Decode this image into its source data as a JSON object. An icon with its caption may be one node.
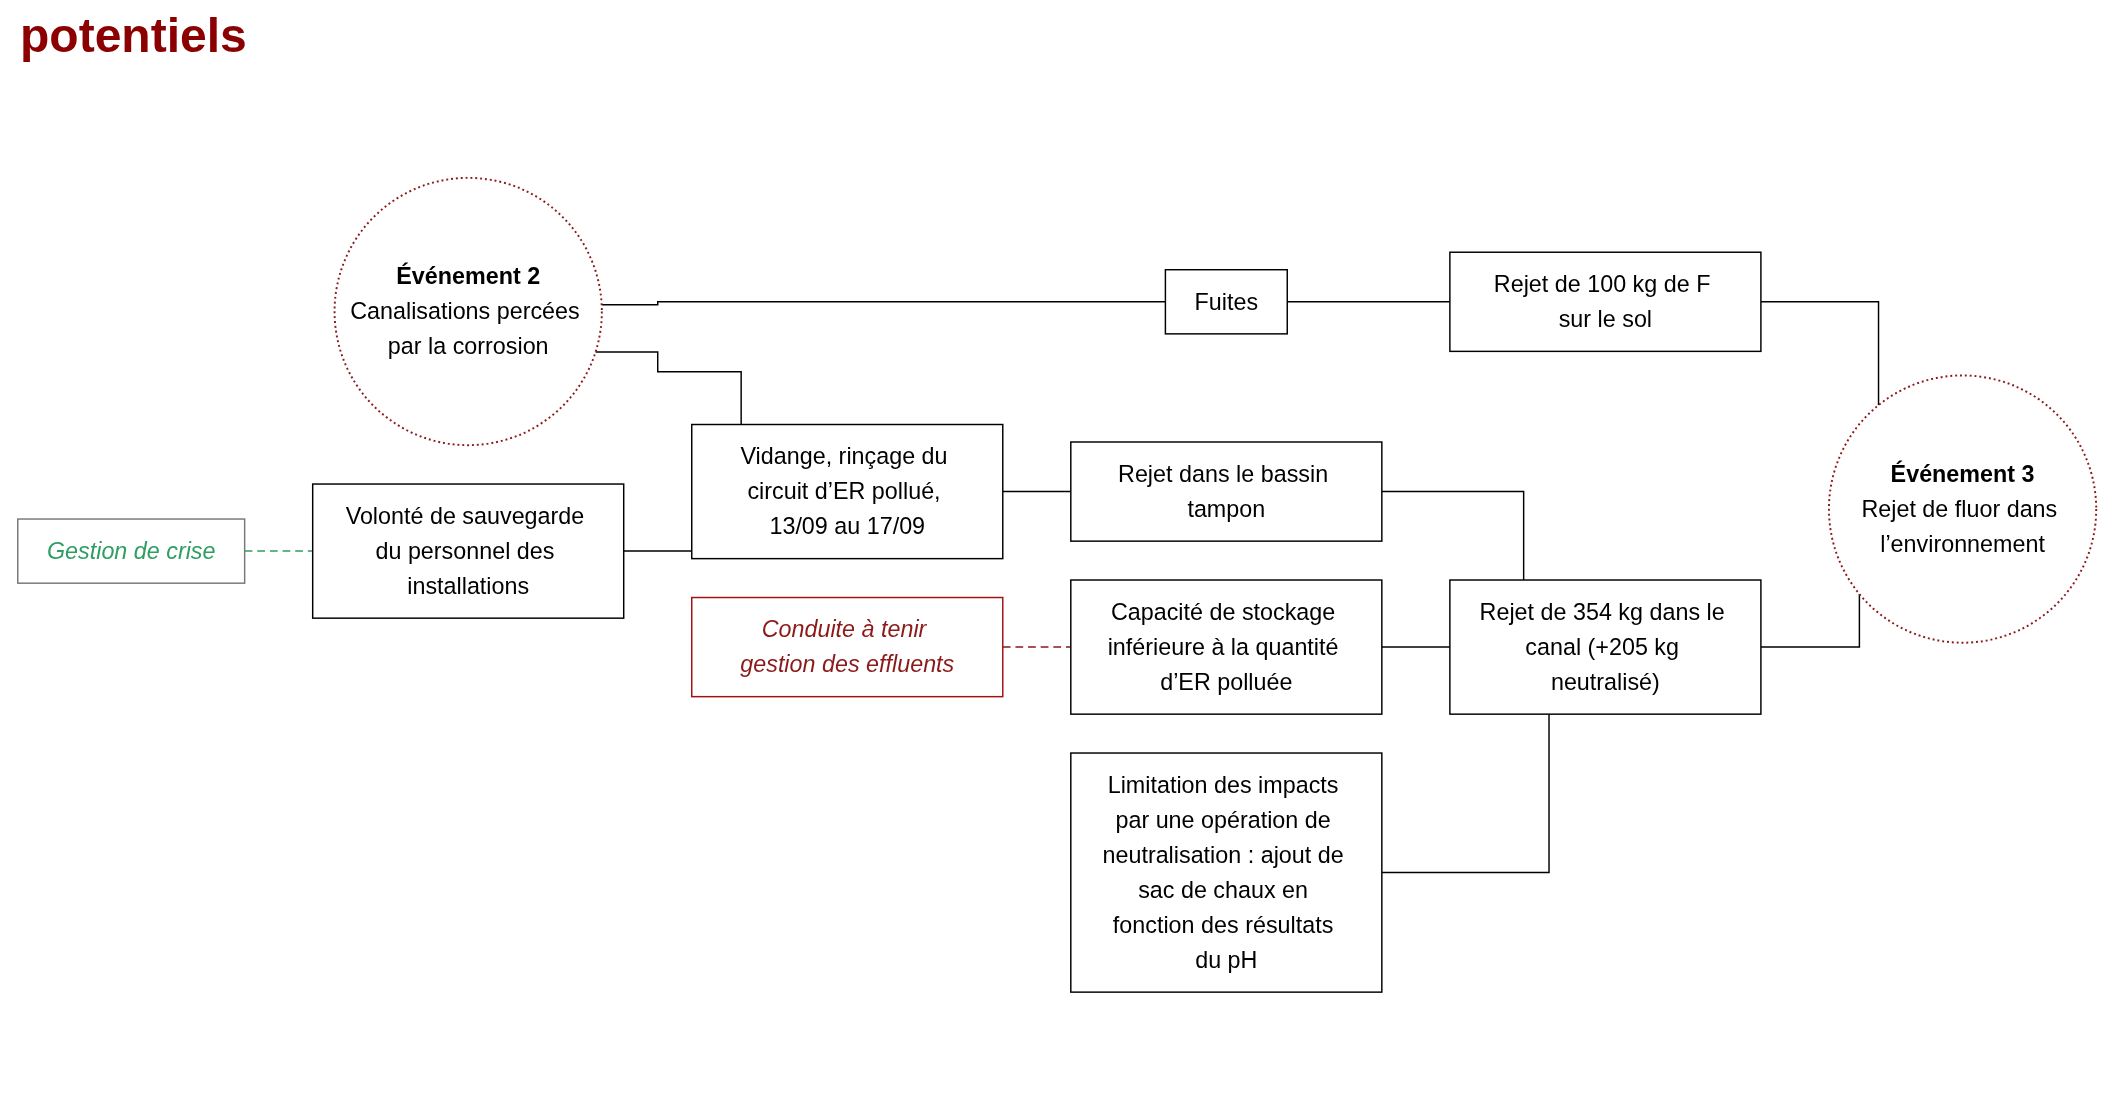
{
  "diagram": {
    "title": "potentiels",
    "nodes": [
      {
        "text": [
          "Gestion de crise"
        ]
      },
      {
        "text": [
          "Conduite à tenir gestion des effluents"
        ]
      },
      {
        "text": [
          "Événement 2",
          "Canalisations percées par la corrosion"
        ]
      },
      {
        "text": [
          "Volonté de sauvegarde du personnel des installations"
        ]
      },
      {
        "text": [
          "Fuites"
        ]
      },
      {
        "text": [
          "Vidange, rinçage du circuit d’ER pollué, 13/09 au 17/09"
        ]
      },
      {
        "text": [
          "Rejet de 100 kg de F sur le sol"
        ]
      },
      {
        "text": [
          "Rejet dans le bassin tampon"
        ]
      },
      {
        "text": [
          "Capacité de stockage inférieure à la quantité d’ER polluée"
        ]
      },
      {
        "text": [
          "Limitation des impacts par une opération de neutralisation : ajout de sac de chaux en fonction des résultats du pH"
        ]
      },
      {
        "text": [
          "Rejet de 354 kg dans le canal (+205 kg neutralisé)"
        ]
      },
      {
        "text": [
          "Événement 3",
          "Rejet de fluor dans l’environnement"
        ]
      }
    ],
    "edges": [
      {
        "from": 0,
        "to": 3,
        "arrow": "none",
        "style": "dashed",
        "color": "#2e9e62"
      },
      {
        "from": 1,
        "to": 8,
        "arrow": "none",
        "style": "dashed",
        "color": "#8b1a1a"
      },
      {
        "from": 2,
        "to": 4,
        "arrow": "none"
      },
      {
        "from": 2,
        "to": 5,
        "arrow": "none"
      },
      {
        "from": 3,
        "to": 5,
        "arrow": "none"
      },
      {
        "from": 4,
        "to": 6,
        "arrow": "none"
      },
      {
        "from": 5,
        "to": 7,
        "arrow": "none"
      },
      {
        "from": 7,
        "to": 10,
        "arrow": "none"
      },
      {
        "from": 8,
        "to": 10,
        "arrow": "none"
      },
      {
        "from": 9,
        "to": 10,
        "arrow": "none"
      },
      {
        "from": 6,
        "to": 11,
        "arrow": "none"
      },
      {
        "from": 10,
        "to": 11,
        "arrow": "none"
      }
    ]
  }
}
